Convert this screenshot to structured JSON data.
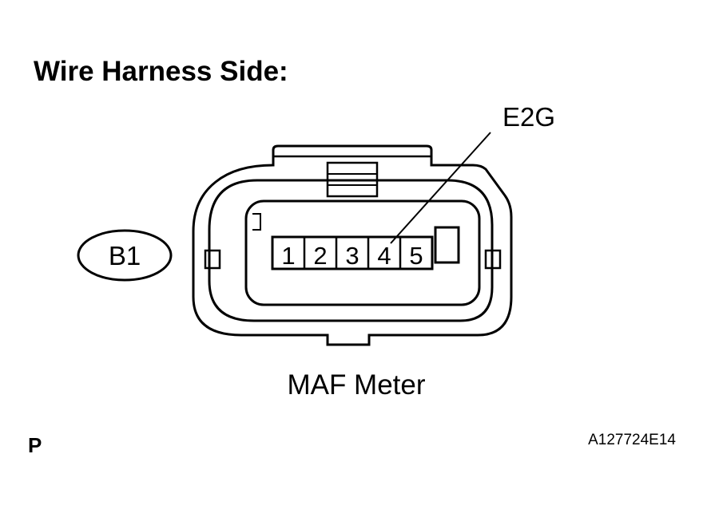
{
  "heading": "Wire Harness Side:",
  "terminal_label": "E2G",
  "connector_code": "B1",
  "pins": [
    "1",
    "2",
    "3",
    "4",
    "5"
  ],
  "component_name": "MAF Meter",
  "corner_left": "P",
  "figure_id": "A127724E14"
}
